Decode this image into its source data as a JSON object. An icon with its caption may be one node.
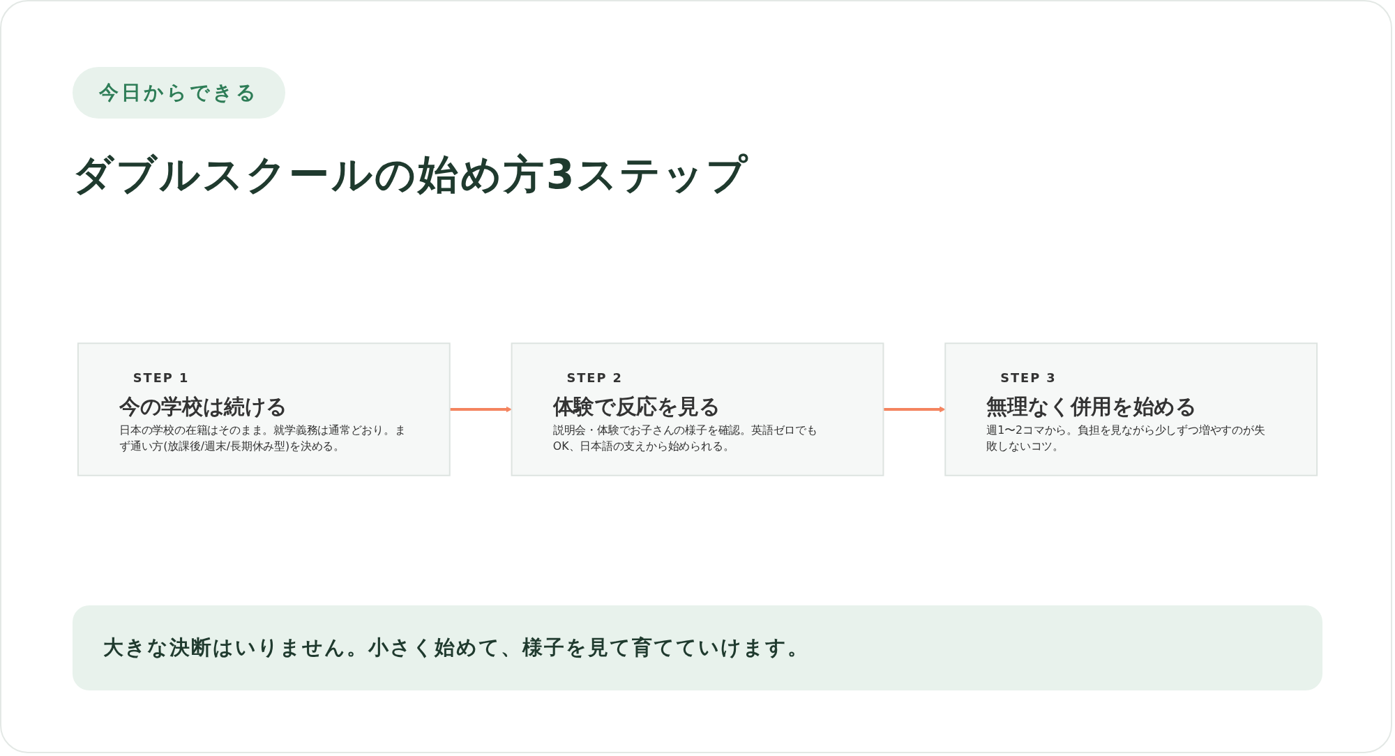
{
  "diagram": {
    "title": "ダブルスクールの始め方3ステップ",
    "nodes": [
      {
        "text": [
          "STEP 1",
          "今の学校は続ける",
          "日本の学校の在籍はそのまま。就学義務は通常どおり。まず通い方(放課後/週末/長期休み型)を決める。"
        ]
      },
      {
        "text": [
          "STEP 2",
          "体験で反応を見る",
          "説明会・体験でお子さんの様子を確認。英語ゼロでもOK、日本語の支えから始められる。"
        ]
      },
      {
        "text": [
          "STEP 3",
          "無理なく併用を始める",
          "週1〜2コマから。負担を見ながら少しずつ増やすのが失敗しないコツ。"
        ]
      }
    ],
    "edges": [
      {
        "from": 0,
        "to": 1,
        "arrow": "to"
      },
      {
        "from": 1,
        "to": 2,
        "arrow": "to"
      }
    ],
    "labels": [
      "今日からできる",
      "大きな決断はいりません。小さく始めて、様子を見て育てていけます。"
    ]
  }
}
